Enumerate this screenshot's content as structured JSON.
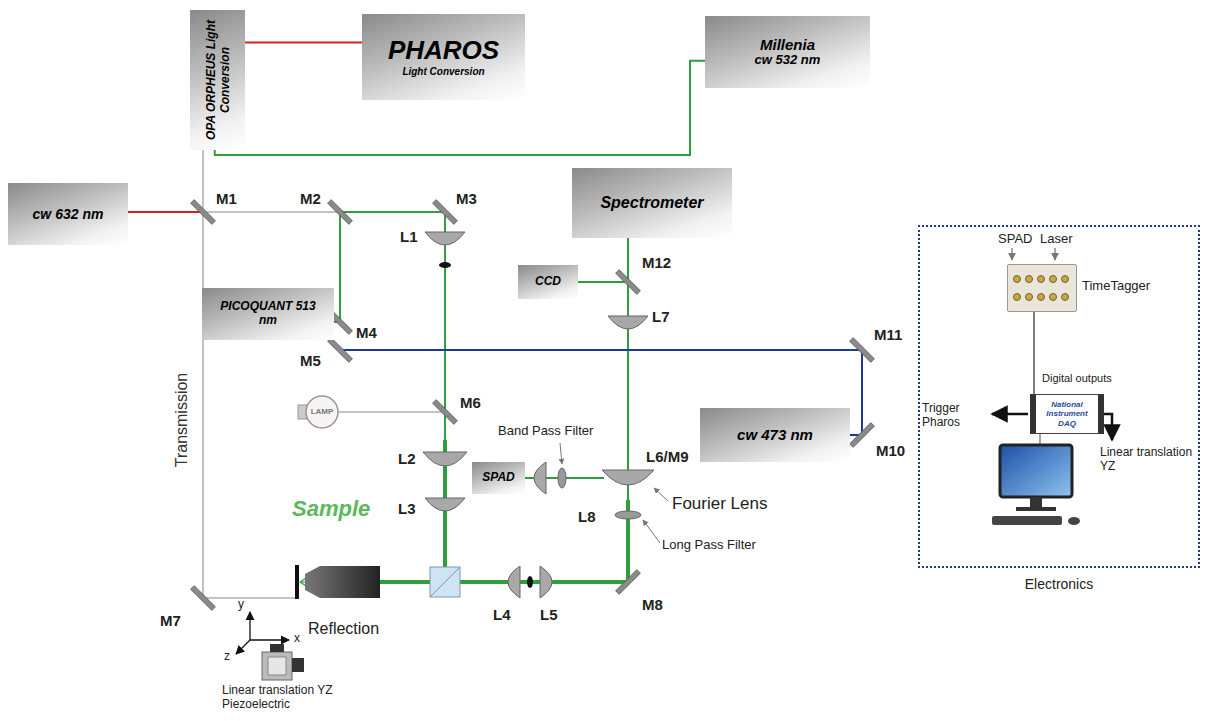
{
  "diagram": {
    "nodes": [
      {
        "text": [
          "OPA ORPHEUS Light Conversion"
        ]
      },
      {
        "text": [
          "PHAROS",
          "Light Conversion"
        ]
      },
      {
        "text": [
          "Millenia",
          "cw 532 nm"
        ]
      },
      {
        "text": [
          "cw 632 nm"
        ]
      },
      {
        "text": [
          "Spectrometer"
        ]
      },
      {
        "text": [
          "CCD"
        ]
      },
      {
        "text": [
          "PICOQUANT 513 nm"
        ]
      },
      {
        "text": [
          "cw 473 nm"
        ]
      },
      {
        "text": [
          "SPAD"
        ]
      },
      {
        "text": [
          "Electronics"
        ]
      },
      {
        "text": [
          "TimeTagger"
        ],
        "in": 9
      },
      {
        "text": [
          "National Instrument DAQ"
        ],
        "in": 9
      }
    ],
    "edges": [
      {
        "from": 1,
        "to": 0,
        "arrow": "none"
      },
      {
        "from": 2,
        "to": 0,
        "arrow": "none"
      },
      {
        "from": 10,
        "to": 11,
        "arrow": "none"
      }
    ],
    "labels": [
      "M1",
      "M2",
      "M3",
      "M4",
      "M5",
      "M6",
      "M7",
      "M8",
      "L6/M9",
      "M10",
      "M11",
      "M12",
      "L1",
      "L2",
      "L3",
      "L4",
      "L5",
      "L7",
      "L8",
      "LAMP",
      "Band Pass Filter",
      "Fourier Lens",
      "Long Pass Filter",
      "Transmission",
      "Sample",
      "Reflection",
      "y",
      "x",
      "z",
      "Linear translation YZ Piezoelectric",
      "SPAD",
      "Laser",
      "Digital outputs",
      "Trigger Pharos",
      "Linear translation YZ"
    ]
  }
}
